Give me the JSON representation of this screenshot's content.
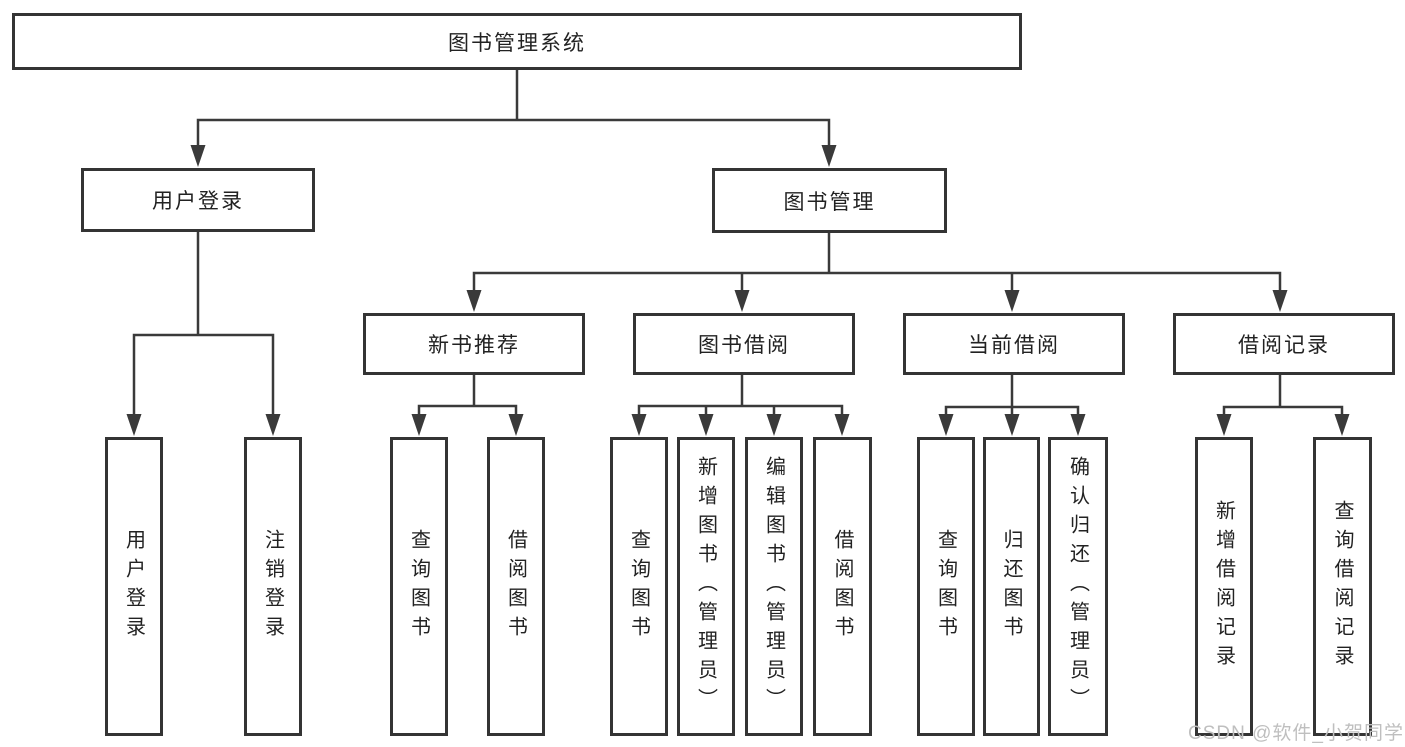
{
  "diagram": {
    "type": "hierarchy-tree",
    "root": "图书管理系统",
    "branches": [
      {
        "label": "用户登录",
        "children": [
          {
            "label": "用户登录"
          },
          {
            "label": "注销登录"
          }
        ]
      },
      {
        "label": "图书管理",
        "children": [
          {
            "label": "新书推荐",
            "children": [
              {
                "label": "查询图书"
              },
              {
                "label": "借阅图书"
              }
            ]
          },
          {
            "label": "图书借阅",
            "children": [
              {
                "label": "查询图书"
              },
              {
                "label": "新增图书（管理员）"
              },
              {
                "label": "编辑图书（管理员）"
              },
              {
                "label": "借阅图书"
              }
            ]
          },
          {
            "label": "当前借阅",
            "children": [
              {
                "label": "查询图书"
              },
              {
                "label": "归还图书"
              },
              {
                "label": "确认归还（管理员）"
              }
            ]
          },
          {
            "label": "借阅记录",
            "children": [
              {
                "label": "新增借阅记录"
              },
              {
                "label": "查询借阅记录"
              }
            ]
          }
        ]
      }
    ]
  },
  "watermark": "CSDN @软件_小贺同学",
  "colors": {
    "background": "#ffffff",
    "line": "#3a3a3a",
    "box_border": "#343434",
    "text": "#222222",
    "watermark": "#bfbfbf"
  }
}
